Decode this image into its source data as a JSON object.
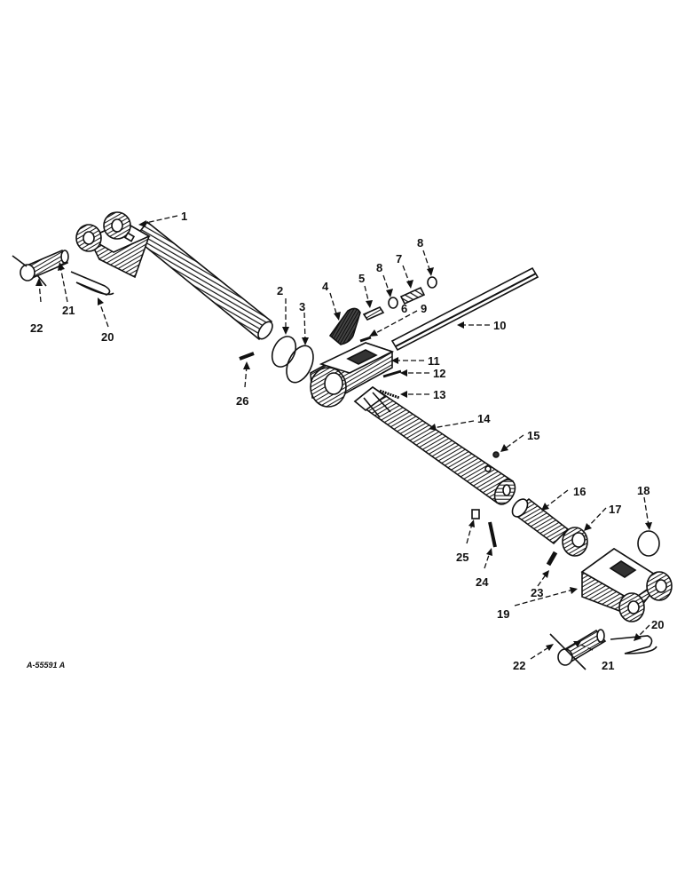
{
  "drawing": {
    "code": "A-55591 A",
    "callouts": [
      "1",
      "2",
      "3",
      "4",
      "5",
      "6",
      "7",
      "8",
      "8",
      "9",
      "10",
      "11",
      "12",
      "13",
      "14",
      "15",
      "16",
      "17",
      "18",
      "19",
      "20",
      "20",
      "21",
      "21",
      "22",
      "22",
      "23",
      "24",
      "25",
      "26"
    ]
  }
}
